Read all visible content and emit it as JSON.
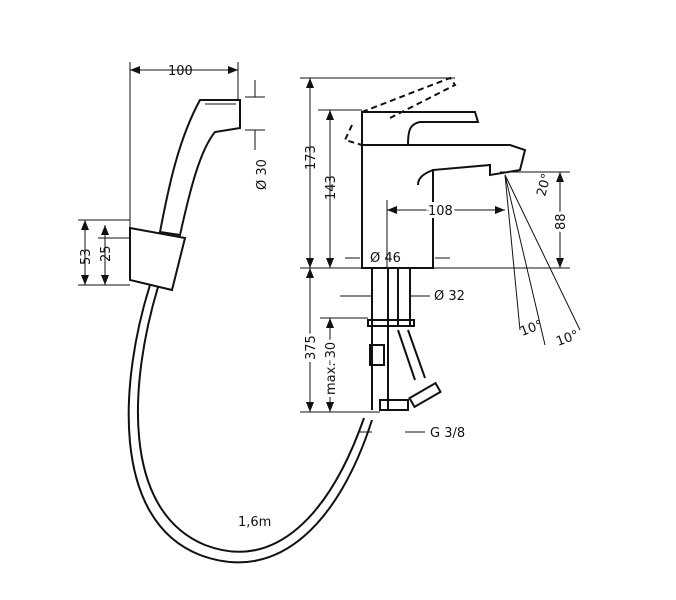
{
  "dimensions": {
    "handshower_length": "100",
    "handshower_diameter": "Ø 30",
    "holder_height": "53",
    "holder_offset": "25",
    "total_height": "173",
    "body_height": "143",
    "spout_reach": "108",
    "spray_angle": "20°",
    "spout_height": "88",
    "body_diameter": "Ø 46",
    "shank_diameter": "Ø 32",
    "hose_connection_length": "375",
    "max_counter_thickness": "max. 30",
    "thread": "G 3/8",
    "angle_left": "10°",
    "angle_right": "10°",
    "hose_length": "1,6m"
  }
}
